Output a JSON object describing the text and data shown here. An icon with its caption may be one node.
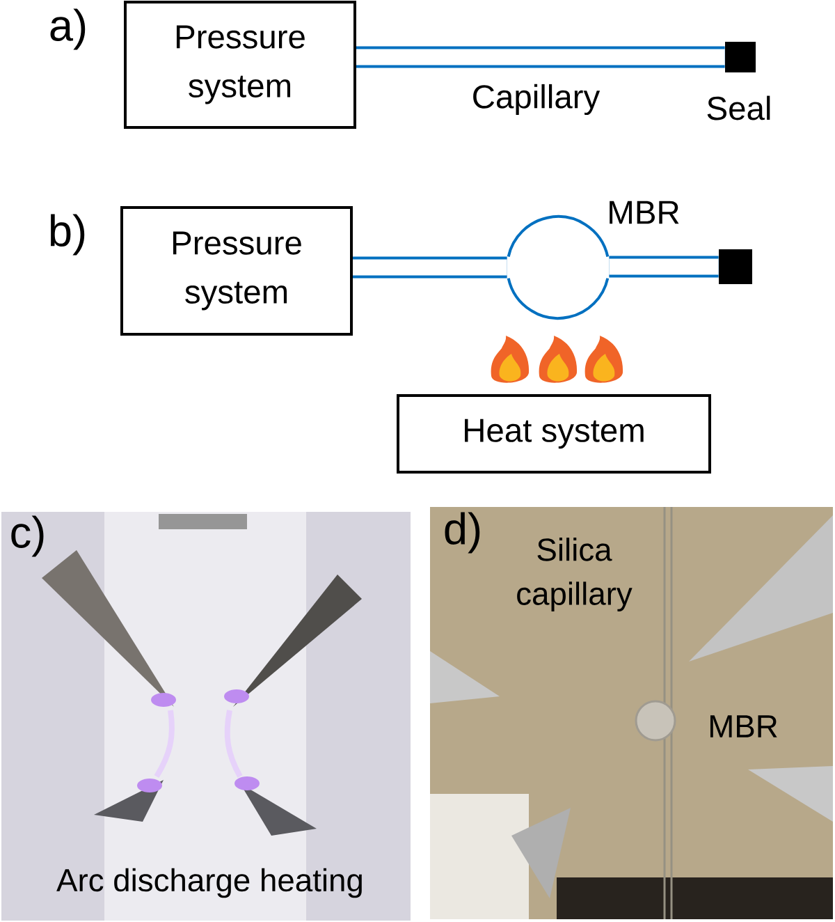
{
  "diagram": {
    "nodes": [
      {
        "text": [
          "Pressure system"
        ]
      },
      {
        "text": [],
        "shape": "box",
        "beside": [
          "Seal"
        ]
      },
      {
        "text": [
          "Pressure system"
        ]
      },
      {
        "text": [],
        "shape": "circle",
        "beside": [
          "MBR"
        ]
      },
      {
        "text": [],
        "shape": "box"
      },
      {
        "text": [
          "Heat system"
        ]
      }
    ],
    "edges": [
      {
        "from": 0,
        "to": 1,
        "arrow": "none",
        "label": "Capillary"
      },
      {
        "from": 2,
        "to": 3,
        "arrow": "none"
      },
      {
        "from": 3,
        "to": 4,
        "arrow": "none"
      }
    ],
    "labels": [
      "a)",
      "b)",
      "c)",
      "d)",
      "Silica capillary",
      "MBR",
      "Arc discharge heating"
    ]
  }
}
